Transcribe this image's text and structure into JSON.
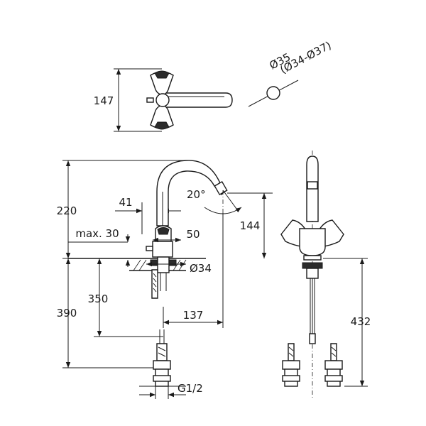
{
  "top_view": {
    "height_label": "147"
  },
  "hole_symbol": {
    "diameter_label": "Ø35",
    "range_label": "(Ø34-Ø37)"
  },
  "side_view": {
    "height_label": "220",
    "offset_label": "41",
    "angle_label": "20°",
    "max_label": "max. 30",
    "spout_height_label": "144",
    "handle_label": "50",
    "hole_label": "Ø34",
    "depth_label": "350",
    "total_label": "390",
    "reach_label": "137",
    "thread_label": "G1/2"
  },
  "front_view": {
    "hose_label": "432"
  }
}
